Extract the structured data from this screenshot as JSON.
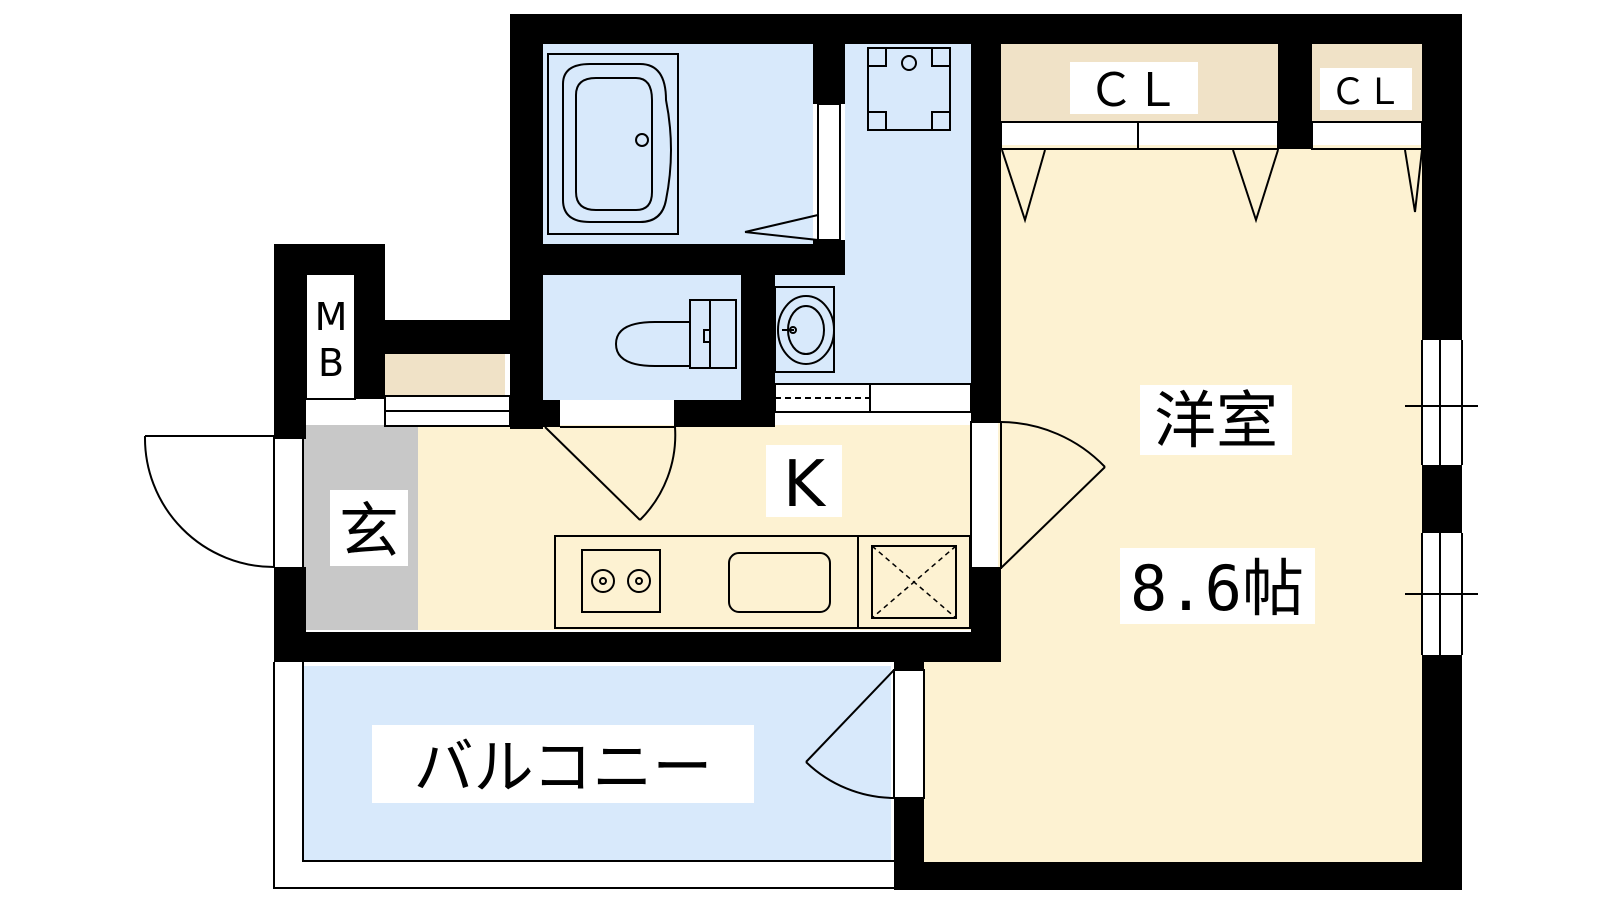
{
  "labels": {
    "western_room": "洋室",
    "western_room_size": "8.6帖",
    "kitchen": "K",
    "entrance": "玄",
    "balcony": "バルコニー",
    "closet_main": "ＣＬ",
    "closet_small": "ＣＬ",
    "meter_box_m": "M",
    "meter_box_b": "B"
  },
  "colors": {
    "wall": "#000000",
    "room": "#fdf2d2",
    "wet_area": "#d8e9fb",
    "balcony": "#d8e9fb",
    "closet": "#f0e2c7",
    "entrance": "#c8c8c8",
    "background": "#ffffff"
  }
}
